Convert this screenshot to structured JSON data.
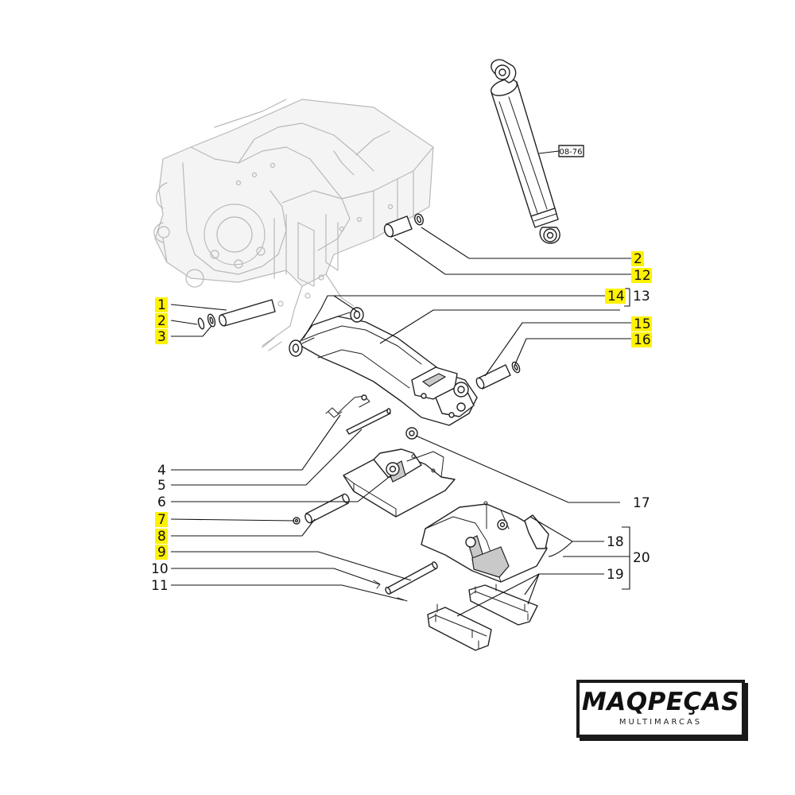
{
  "diagram": {
    "reference_tag": "08-76",
    "highlight_color": "#fff200",
    "callouts": [
      {
        "id": "c1",
        "label": "1",
        "highlighted": true
      },
      {
        "id": "c2",
        "label": "2",
        "highlighted": true
      },
      {
        "id": "c3",
        "label": "3",
        "highlighted": true
      },
      {
        "id": "c4",
        "label": "4",
        "highlighted": false
      },
      {
        "id": "c5",
        "label": "5",
        "highlighted": false
      },
      {
        "id": "c6",
        "label": "6",
        "highlighted": false
      },
      {
        "id": "c7",
        "label": "7",
        "highlighted": true
      },
      {
        "id": "c8",
        "label": "8",
        "highlighted": true
      },
      {
        "id": "c9",
        "label": "9",
        "highlighted": true
      },
      {
        "id": "c10",
        "label": "10",
        "highlighted": false
      },
      {
        "id": "c11",
        "label": "11",
        "highlighted": false
      },
      {
        "id": "c2r",
        "label": "2",
        "highlighted": true
      },
      {
        "id": "c12",
        "label": "12",
        "highlighted": true
      },
      {
        "id": "c14",
        "label": "14",
        "highlighted": true
      },
      {
        "id": "c13",
        "label": "13",
        "highlighted": false
      },
      {
        "id": "c15",
        "label": "15",
        "highlighted": true
      },
      {
        "id": "c16",
        "label": "16",
        "highlighted": true
      },
      {
        "id": "c17",
        "label": "17",
        "highlighted": false
      },
      {
        "id": "c18",
        "label": "18",
        "highlighted": false
      },
      {
        "id": "c20",
        "label": "20",
        "highlighted": false
      },
      {
        "id": "c19",
        "label": "19",
        "highlighted": false
      }
    ]
  },
  "brand": {
    "name": "MAQPEÇAS",
    "subtitle": "MULTIMARCAS"
  }
}
